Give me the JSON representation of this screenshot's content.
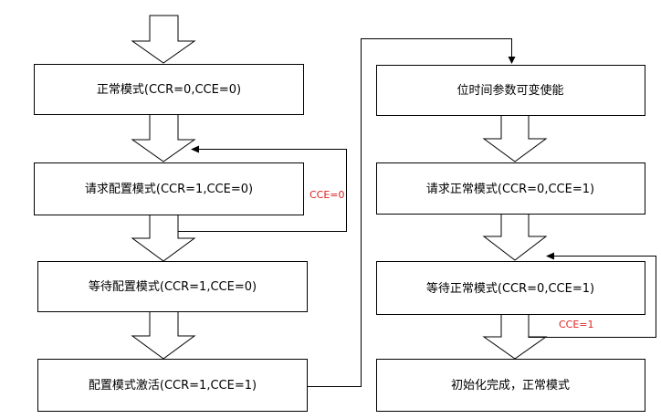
{
  "colors": {
    "condition": "#e02020",
    "line": "#000000",
    "box_fill": "#ffffff"
  },
  "steps": [
    {
      "label": "正常模式(CCR=0,CCE=0)"
    },
    {
      "label": "请求配置模式(CCR=1,CCE=0)"
    },
    {
      "label": "等待配置模式(CCR=1,CCE=0)"
    },
    {
      "label": "配置模式激活(CCR=1,CCE=1)"
    },
    {
      "label": "位时间参数可变使能"
    },
    {
      "label": "请求正常模式(CCR=0,CCE=1)"
    },
    {
      "label": "等待正常模式(CCR=0,CCE=1)"
    },
    {
      "label": "初始化完成，正常模式"
    }
  ],
  "conditions": {
    "left_loop": "CCE=0",
    "right_loop": "CCE=1"
  }
}
